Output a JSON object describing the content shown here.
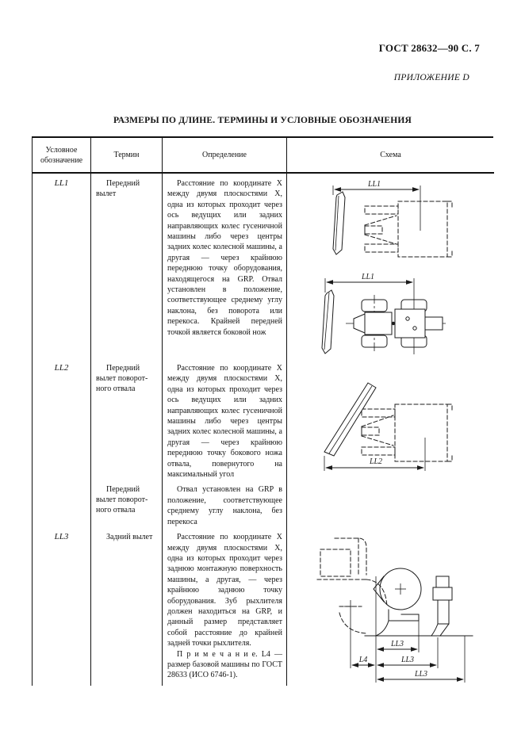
{
  "page_header": {
    "standard_ref": "ГОСТ 28632—90 С. 7",
    "appendix": "ПРИЛОЖЕНИЕ D"
  },
  "title": "РАЗМЕРЫ ПО ДЛИНЕ. ТЕРМИНЫ И УСЛОВНЫЕ ОБОЗНАЧЕНИЯ",
  "table": {
    "headers": {
      "designation": "Условное обозна­чение",
      "term": "Термин",
      "definition": "Определение",
      "schema": "Схема"
    },
    "rows": [
      {
        "code": "LL1",
        "term": "Передний вылет",
        "definition": "Расстояние по координате X между двумя плоскостями X, одна из которых проходит через ось ведущих или задних направляющих колес гусеничной машины либо через центры задних колес колесной машины, а другая — через крайнюю переднюю точку оборудования, находящегося на GRP. Отвал установлен в положение, соответствующее среднему углу наклона, без поворота или перекоса. Крайней передней точкой является боковой нож"
      },
      {
        "code": "LL2",
        "term": "Передний вылет поворот­ного отвала",
        "definition": "Расстояние по координате X между двумя плоскостями X, одна из которых проходит через ось ведущих или задних направляющих колес гусеничной машины либо через центры задних колес колесной машины, а другая — через крайнюю переднюю точку бокового ножа отвала, повернутого на максимальный угол"
      },
      {
        "code": "",
        "term": "Передний вылет поворот­ного отвала",
        "definition": "Отвал установлен на GRP в положение, соответствующее среднему углу наклона, без перекоса"
      },
      {
        "code": "LL3",
        "term": "Задний вылет",
        "definition": "Расстояние по координате X между двумя плоскостями X, одна из которых проходит через заднюю монтажную поверхность машины, а другая, — через крайнюю заднюю точку оборудования. Зуб рыхлителя должен находиться на GRP, и данный размер представляет собой расстояние до крайней задней точки рыхлителя.",
        "note": "П р и м е ч а н и е. L4 — размер базовой машины по ГОСТ 28633 (ИСО 6746-1)."
      }
    ]
  },
  "diagrams": {
    "ll1_plan": {
      "label": "LL1"
    },
    "ll1_top": {
      "label": "LL1"
    },
    "ll2_plan": {
      "label": "LL2"
    },
    "ll3_side": {
      "dim_inner": "LL3",
      "dim_l4": "L4",
      "dim_mid": "LL3",
      "dim_outer": "LL3"
    }
  }
}
